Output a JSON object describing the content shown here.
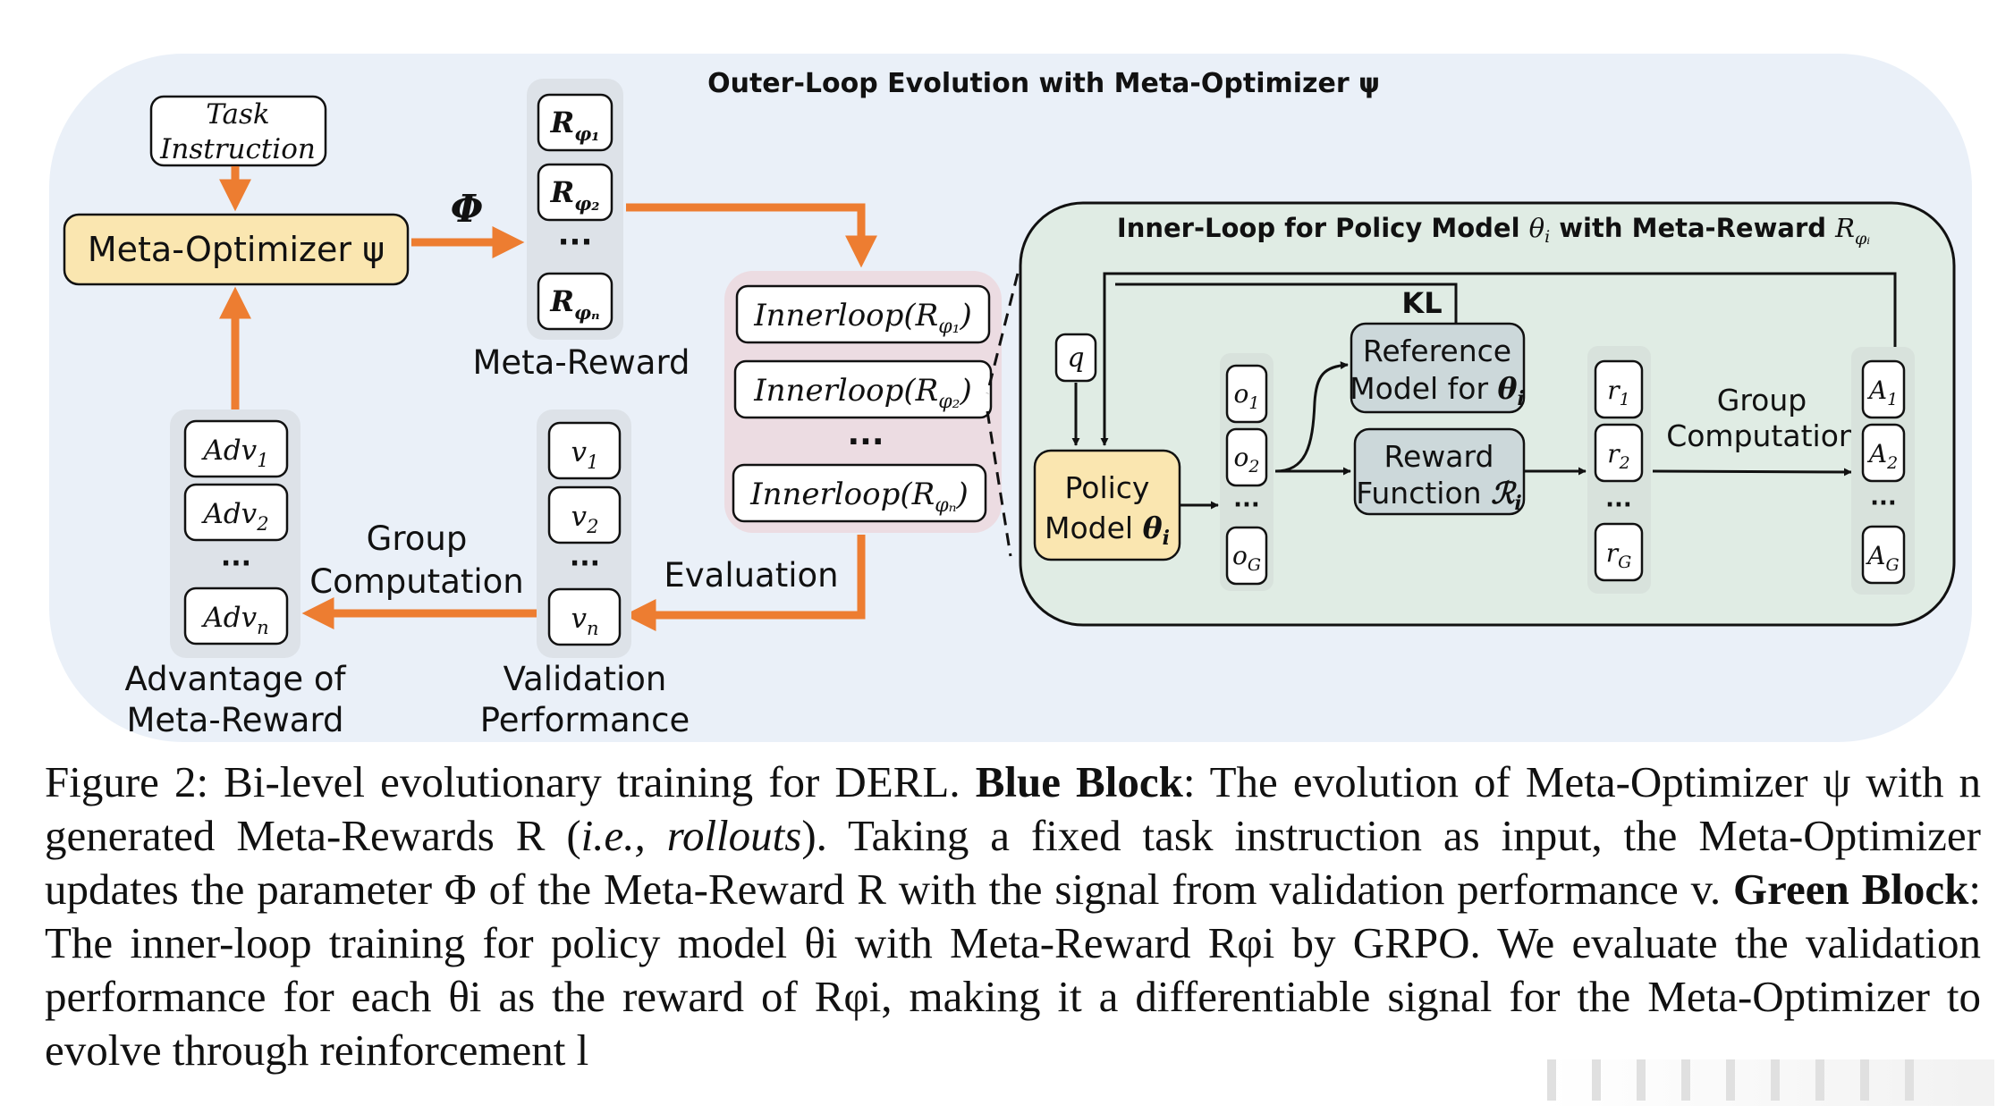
{
  "outer_block": {
    "title": "Outer-Loop Evolution with Meta-Optimizer ψ",
    "task_instruction": [
      "Task",
      "Instruction"
    ],
    "meta_optimizer": "Meta-Optimizer ψ",
    "phi_label": "Φ",
    "meta_reward_items": [
      "R_φ1",
      "R_φ2",
      "···",
      "R_φn"
    ],
    "meta_reward_caption": "Meta-Reward",
    "innerloop_items": [
      "Innerloop(R_φ1)",
      "Innerloop(R_φ2)",
      "···",
      "Innerloop(R_φn)"
    ],
    "evaluation_label": "Evaluation",
    "validation_items": [
      "v1",
      "v2",
      "···",
      "vn"
    ],
    "validation_caption": [
      "Validation",
      "Performance"
    ],
    "group_computation_label": [
      "Group",
      "Computation"
    ],
    "advantage_items": [
      "Adv1",
      "Adv2",
      "···",
      "Advn"
    ],
    "advantage_caption": [
      "Advantage of",
      "Meta-Reward"
    ]
  },
  "inner_block": {
    "title": "Inner-Loop for Policy Model θi with Meta-Reward Rφi",
    "q_label": "q",
    "policy_model": [
      "Policy",
      "Model θi"
    ],
    "outputs": [
      "o1",
      "o2",
      "···",
      "oG"
    ],
    "reference_model": [
      "Reference",
      "Model for θi"
    ],
    "reward_function": [
      "Reward",
      "Function ℛi"
    ],
    "kl_label": "KL",
    "rewards": [
      "r1",
      "r2",
      "···",
      "rG"
    ],
    "group_computation_label": [
      "Group",
      "Computation"
    ],
    "advantages": [
      "A1",
      "A2",
      "···",
      "AG"
    ]
  },
  "colors": {
    "outer_bg": "#eaf0f8",
    "inner_bg": "#e0ece4",
    "innerloop_bg": "#ecdce2",
    "column_bg": "#dde2e8",
    "highlight_box": "#fae6b0",
    "model_box": "#ccd8da",
    "orange_arrow": "#ed7d31"
  },
  "caption": {
    "figure_label": "Figure 2:",
    "intro": " Bi-level evolutionary training for DERL. ",
    "blue_block_label": "Blue Block",
    "blue_text_1": ": The evolution of Meta-Optimizer ψ with n generated Meta-Rewards R (",
    "blue_ie": "i.e., rollouts",
    "blue_text_2": ").  Taking a fixed task instruction as input, the Meta-Optimizer updates the parameter Φ of the Meta-Reward R with the signal from validation performance v. ",
    "green_block_label": "Green Block",
    "green_text": ": The inner-loop training for policy model θi with Meta-Reward Rφi by GRPO. We evaluate the validation performance for each θi as the reward of Rφi, making it a differentiable signal for the Meta-Optimizer to evolve through reinforcement l"
  }
}
